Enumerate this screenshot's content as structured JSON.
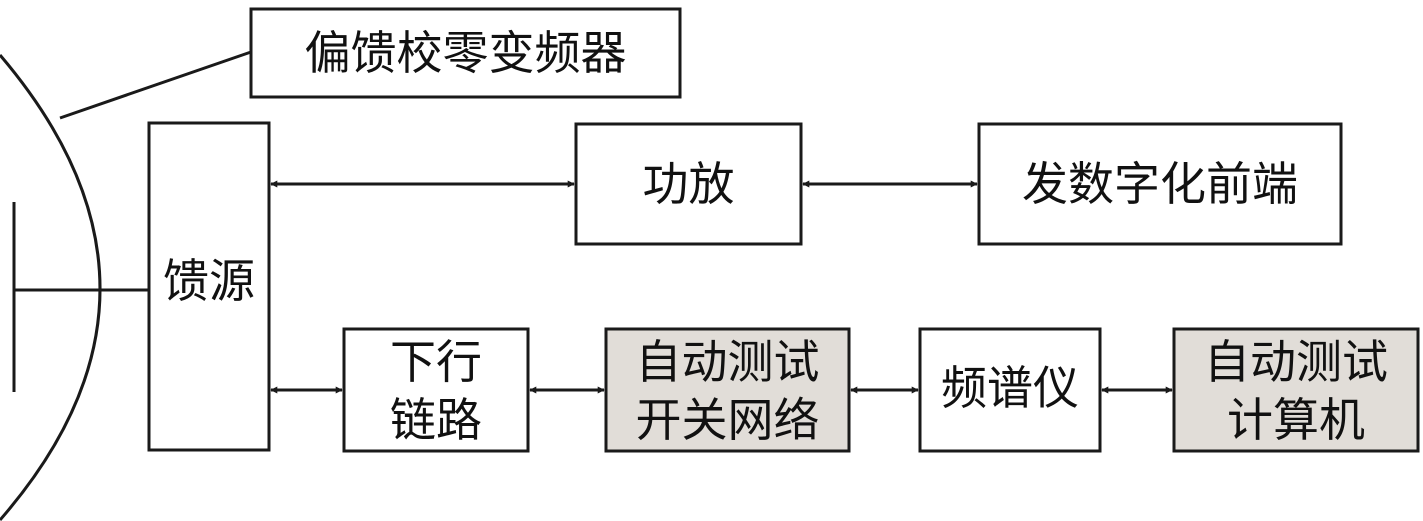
{
  "colors": {
    "box_fill": "#ffffff",
    "box_fill_shaded": "#e1ddd8",
    "stroke": "#1a1a1a"
  },
  "boxes": {
    "zero_cal": {
      "label": "偏馈校零变频器"
    },
    "feed": {
      "label": "馈源"
    },
    "amp": {
      "label": "功放"
    },
    "tx_frontend": {
      "label": "发数字化前端"
    },
    "downlink": {
      "line1": "下行",
      "line2": "链路"
    },
    "switch_net": {
      "line1": "自动测试",
      "line2": "开关网络"
    },
    "analyzer": {
      "label": "频谱仪"
    },
    "computer": {
      "line1": "自动测试",
      "line2": "计算机"
    }
  }
}
